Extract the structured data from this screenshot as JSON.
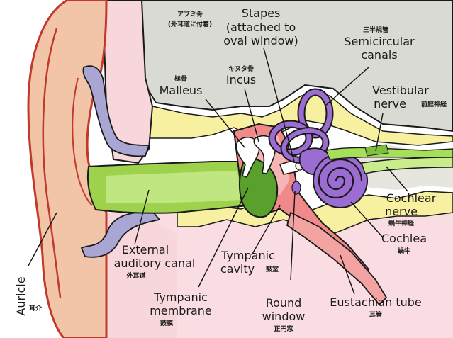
{
  "labels": {
    "stapes": {
      "line1": "Stapes",
      "line2": "(attached to",
      "line3": "oval window)",
      "jp1": "アブミ骨",
      "jp2": "(外耳道に付着)"
    },
    "semicircular": {
      "line1": "Semicircular",
      "line2": "canals",
      "jp": "三半規管"
    },
    "malleus": {
      "en": "Malleus",
      "jp": "槌骨"
    },
    "incus": {
      "en": "Incus",
      "jp": "キヌタ骨"
    },
    "vestibular": {
      "line1": "Vestibular",
      "line2": "nerve",
      "jp": "前庭神経"
    },
    "cochlear_nerve": {
      "line1": "Cochlear",
      "line2": "nerve",
      "jp": "蝸牛神経"
    },
    "cochlea": {
      "en": "Cochlea",
      "jp": "蝸牛"
    },
    "external_canal": {
      "line1": "External",
      "line2": "auditory canal",
      "jp": "外耳道"
    },
    "tympanic_cavity": {
      "line1": "Tympanic",
      "line2": "cavity",
      "jp": "鼓室"
    },
    "auricle": {
      "en": "Auricle",
      "jp": "耳介"
    },
    "tympanic_membrane": {
      "line1": "Tympanic",
      "line2": "membrane",
      "jp": "鼓膜"
    },
    "round_window": {
      "line1": "Round",
      "line2": "window",
      "jp": "正円窓"
    },
    "eustachian": {
      "en": "Eustachian tube",
      "jp": "耳管"
    }
  },
  "colors": {
    "skull_bone": "#d9dad4",
    "bone_outline": "#1a1a1a",
    "skin": "#f7d6dc",
    "auricle": "#f3c5a8",
    "auricle_outline": "#c0392b",
    "cartilage": "#a9a6d3",
    "canal": "#9ed24c",
    "tympanic_membrane": "#5aa02c",
    "middle_ear_red": "#f08a8a",
    "yellow": "#f7f0a0",
    "labyrinth": "#9b6cd1",
    "nerve_green": "#a6e05a"
  }
}
